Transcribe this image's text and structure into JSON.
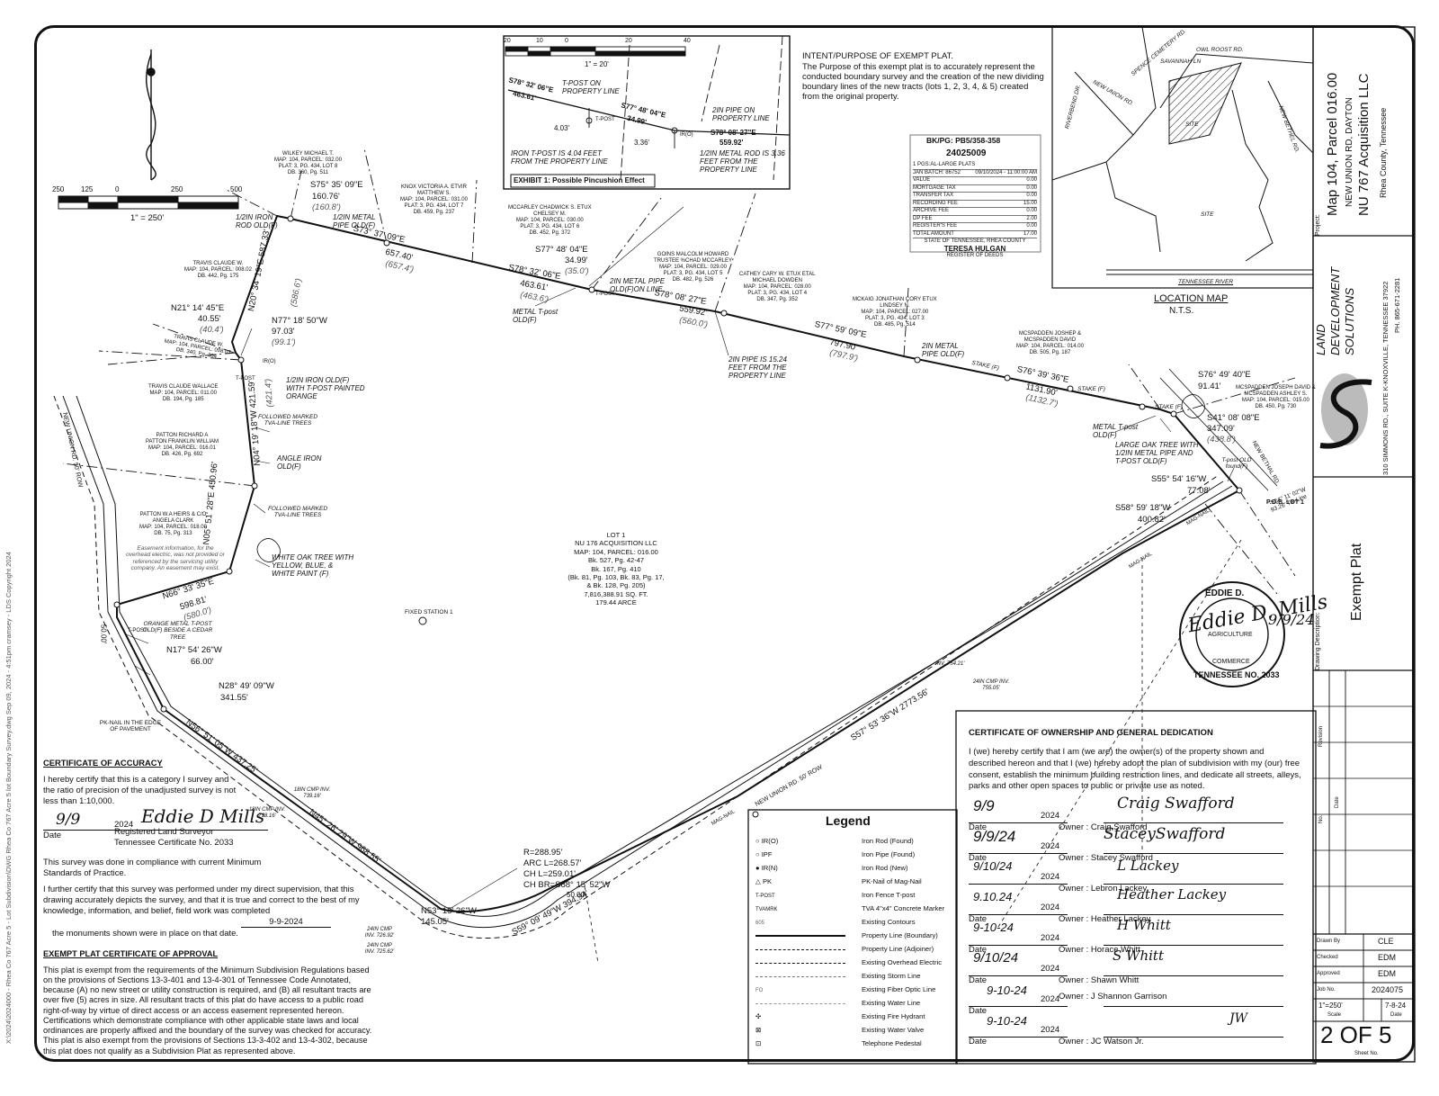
{
  "path_note": "X:\\2024\\2024000 - Rhea Co 767 Acre 5 - Lot Subdivision\\DWG Rhea Co 767 Acre 5 lot Boundary Survey.dwg  Sep 09, 2024 - 4:51pm cramsey - LDS Copyright 2024",
  "scale": {
    "ticks": [
      "250",
      "125",
      "0",
      "250",
      "500"
    ],
    "label": "1\" = 250'",
    "inset_ticks": [
      "20",
      "10",
      "0",
      "20",
      "40"
    ],
    "inset_label": "1\" = 20'"
  },
  "exhibit": {
    "title": "EXHIBIT 1: Possible Pincushion Effect",
    "notes": [
      "T-POST ON PROPERTY LINE",
      "S78° 32' 06\"E",
      "463.61'",
      "S77° 48' 04\"E",
      "34.99'",
      "2IN PIPE ON PROPERTY LINE",
      "S78° 08' 27\"E",
      "559.92'",
      "4.03'",
      "3.36'",
      "IRON T-POST IS 4.04 FEET FROM THE PROPERTY LINE",
      "1/2IN METAL ROD IS 3.36 FEET FROM THE PROPERTY LINE",
      "T-POST",
      "IR(O)"
    ]
  },
  "intent": {
    "title": "INTENT/PURPOSE OF EXEMPT PLAT.",
    "body": "The Purpose of this exempt plat is to accurately represent the conducted boundary survey and the creation of the new dividing boundary lines of the new tracts (lots 1, 2, 3, 4, & 5) created from the original property."
  },
  "recording": {
    "book": "BK/PG: PB5/358-358",
    "number": "24025009",
    "header": "1 PGS:AL-LARGE PLATS",
    "batch": "JAN BATCH: 86752",
    "batch_date": "09/10/2024 - 11:00:00 AM",
    "fees": [
      {
        "k": "VALUE",
        "v": "0.00"
      },
      {
        "k": "MORTGAGE TAX",
        "v": "0.00"
      },
      {
        "k": "TRANSFER TAX",
        "v": "0.00"
      },
      {
        "k": "RECORDING FEE",
        "v": "15.00"
      },
      {
        "k": "ARCHIVE FEE",
        "v": "0.00"
      },
      {
        "k": "DP FEE",
        "v": "2.00"
      },
      {
        "k": "REGISTER'S FEE",
        "v": "0.00"
      },
      {
        "k": "TOTAL AMOUNT",
        "v": "17.00"
      }
    ],
    "state": "STATE OF TENNESSEE, RHEA COUNTY",
    "register": "TERESA HULGAN",
    "register_title": "REGISTER OF DEEDS"
  },
  "location_map": {
    "title": "LOCATION MAP",
    "nts": "N.T.S.",
    "labels": [
      "SPENCE CEMETERY RD.",
      "OWL ROOST RD.",
      "SAVANNAH LN",
      "NEW UNION RD.",
      "RIVERBEND DR.",
      "NEW BETHEL RD.",
      "SITE",
      "SITE",
      "TENNESSEE RIVER"
    ]
  },
  "title_block": {
    "project_label": "Project:",
    "project_line1": "Map 104, Parcel 016.00",
    "project_line2": "NEW UNION RD, DAYTON",
    "project_line3": "NU 767 Acquisition LLC",
    "project_line4": "Rhea County, Tennessee",
    "company1": "LAND",
    "company2": "DEVELOPMENT",
    "company3": "SOLUTIONS",
    "address": "310 SIMMONS RD., SUITE K-KNOXVILLE, TENNESSEE 37922",
    "phone": "PH. 865-671-2281",
    "drawing_desc_label": "Drawing Description:",
    "drawing_desc": "Exempt Plat",
    "revision_label": "Revision",
    "date_label": "Date",
    "no_label": "No.",
    "drawn_by_label": "Drawn By",
    "drawn_by": "CLE",
    "checked_label": "Checked",
    "checked": "EDM",
    "approved_label": "Approved",
    "approved": "EDM",
    "job_label": "Job No.",
    "job": "2024075",
    "scale_val": "1\"=250'",
    "scale_label": "Scale",
    "date_val": "7-8-24",
    "date_label2": "Date",
    "sheet": "2 OF 5",
    "sheet_label": "Sheet No."
  },
  "adjoiners": [
    {
      "t": "WILKEY MICHAEL T.\nMAP: 104, PARCEL: 032.00\nPLAT: 3, PG. 434, LOT 8\nDB. 360, Pg. 511"
    },
    {
      "t": "KNOX VICTORIA A. ETVIR\nMATTHEW S.\nMAP: 104, PARCEL: 031.00\nPLAT: 3, PG. 434, LOT 7\nDB. 459, Pg. 237"
    },
    {
      "t": "MCCARLEY CHADWICK S. ETUX\nCHELSEY M.\nMAP: 104, PARCEL: 030.00\nPLAT: 3, PG. 434, LOT 6\nDB. 452, Pg. 372"
    },
    {
      "t": "GOINS MALCOLM HOWARD\nTRUSTEE %CHAD MCCARLEY\nMAP: 104, PARCEL: 029.00\nPLAT: 3, PG. 434, LOT 5\nDB. 482, Pg. 526"
    },
    {
      "t": "CATHEY CARY W. ETUX ETAL\nMICHAEL DOWDEN\nMAP: 104, PARCEL: 028.00\nPLAT: 3, PG. 434, LOT 4\nDB. 347, Pg. 352"
    },
    {
      "t": "MCKAIG JONATHAN CORY ETUX\nLINDSEY N.\nMAP: 104, PARCEL: 027.00\nPLAT: 3, PG. 434, LOT 3\nDB. 485, Pg. 514"
    },
    {
      "t": "MCSPADDEN JOSHEP &\nMCSPADDEN DAVID\nMAP: 104, PARCEL: 014.00\nDB. 505, Pg. 187"
    },
    {
      "t": "MCSPADDEN JOSEPH DAVID &\nMCSPADDEN ASHLEY S.\nMAP: 104, PARCEL: 015.00\nDB. 450, Pg. 730"
    },
    {
      "t": "TRAVIS CLAUDE W.\nMAP: 104, PARCEL: 008.02\nDB. 442, Pg. 175"
    },
    {
      "t": "TRAVIS CLAUDE W.\nMAP: 104, PARCEL: 008.03\nDB. 340, Pg. 304"
    },
    {
      "t": "TRAVIS CLAUDE WALLACE\nMAP: 104, PARCEL: 011.00\nDB. 194, Pg. 185"
    },
    {
      "t": "PATTON RICHARD A\nPATTON FRANKLIN WILLIAM\nMAP: 104, PARCEL: 016.01\nDB. 426, Pg. 692"
    },
    {
      "t": "PATTON W.A HEIRS & C/O\nANGELA CLARK\nMAP: 104, PARCEL: 018.00\nDB. 75, Pg. 313"
    }
  ],
  "bearings": [
    "S75° 35' 09\"E",
    "160.76'",
    "(160.8')",
    "S73° 37' 09\"E",
    "657.40'",
    "(657.4')",
    "S78° 32' 06\"E",
    "463.61'",
    "(463.6')",
    "S77° 48' 04\"E",
    "34.99'",
    "(35.0')",
    "S78° 08' 27\"E",
    "559.92'",
    "(560.0')",
    "S77° 59' 09\"E",
    "797.90'",
    "(797.9')",
    "S76° 39' 36\"E",
    "1131.90'",
    "(1132.7')",
    "S76° 49' 40\"E",
    "91.41'",
    "S41° 08' 08\"E",
    "347.09'",
    "(438.8')",
    "S55° 54' 16\"W",
    "77.08'",
    "S58° 59' 18\"W",
    "400.82'",
    "S57° 53' 36\"W 2773.56'",
    "S59° 09' 49\"W 394.94'",
    "N53° 15' 26\"W",
    "145.05'",
    "N45° 26' 29\"W 968.55'",
    "N56° 51' 05\"W 437.25'",
    "N28° 49' 09\"W",
    "341.55'",
    "N17° 54' 26\"W",
    "66.00'",
    "N66° 33' 35\"E",
    "598.81'",
    "(580.0')",
    "N05° 51' 28\"E 450.96'",
    "N04° 19' 18\"W 421.59'",
    "(421.4')",
    "N77° 18' 50\"W",
    "97.03'",
    "(99.1')",
    "N21° 14' 45\"E",
    "40.55'",
    "(40.4')",
    "N20° 34' 19\"E 587.33'",
    "(586.6')",
    "S64° 11' 02\"W",
    "93.26' Tie-Line"
  ],
  "curve": {
    "r": "R=288.95'",
    "arc": "ARC L=268.57'",
    "ch": "CH L=259.01'",
    "chbr": "CH BR=S88° 15' 52\"W"
  },
  "notes": [
    "1/2IN IRON ROD OLD(F)",
    "1/2IN METAL PIPE OLD(F)",
    "2IN METAL PIPE OLD(F)ON LINE",
    "METAL T-post OLD(F)",
    "2IN PIPE IS 15.24 FEET FROM THE PROPERTY LINE",
    "2IN METAL PIPE OLD(F)",
    "STAKE (F)",
    "STAKE (F)",
    "STAKE (F)",
    "METAL T-post OLD(F)",
    "LARGE OAK TREE WITH 1/2IN METAL PIPE AND T-POST OLD(F)",
    "T-post OLD found(F)",
    "P.O.B. LOT 1",
    "1/2IN IRON OLD(F) WITH T-POST PAINTED ORANGE",
    "FOLLOWED MARKED TVA-LINE TREES",
    "ANGLE IRON OLD(F)",
    "FOLLOWED MARKED TVA-LINE TREES",
    "WHITE OAK TREE WITH YELLOW, BLUE, & WHITE PAINT (F)",
    "Easement information, for the overhead electric, was not provided or referenced by the servicing utility company. An easement may exist.",
    "ORANGE METAL T-POST OLD(F) BESIDE A CEDAR TREE",
    "PK-NAIL IN THE EDGE OF PAVEMENT",
    "NEW UNION RD. 50' ROW",
    "NEW UNION RD. 50' ROW",
    "NEW BETHAL RD",
    "MAG-NAIL",
    "MAG-NAIL",
    "MAG-NAIL",
    "18IN CMP INV. 739.16'",
    "18IN CMP INV. 738.16'",
    "24IN CMP INV. 755.05'",
    "INV. 754.21'",
    "24IN CMP INV. 726.92'",
    "24IN CMP INV. 725.62'",
    "50.00'",
    "50.00'",
    "FIXED STATION 1",
    "T-POST",
    "IR(O)",
    "T-POST",
    "T-POST"
  ],
  "lot": {
    "l1": "LOT 1",
    "l2": "NU 176 ACQUISITION LLC",
    "l3": "MAP: 104, PARCEL: 016.00",
    "l4": "Bk. 527, Pg. 42-47",
    "l5": "Bk. 167, Pg. 410",
    "l6": "(Bk. 81, Pg. 103, Bk. 83, Pg. 17,",
    "l7": "& Bk. 128, Pg. 205)",
    "l8": "7,816,388.91 SQ. FT.",
    "l9": "179.44 ARCE"
  },
  "accuracy": {
    "title": "CERTIFICATE OF ACCURACY",
    "p1": "I hereby certify that this is a category I survey and the ratio of precision of the unadjusted survey is not less than 1:10,000.",
    "sig_date": "9/9",
    "year": "2024",
    "date_label": "Date",
    "surveyor": "Registered Land Surveyor",
    "cert_no": "Tennessee Certificate No. 2033",
    "p2": "This survey was done in compliance with current Minimum Standards of Practice.",
    "p3": "I further certify that this survey was performed under my direct supervision, that this drawing accurately depicts the survey, and that it is true and correct to the best of my knowledge, information, and belief, field work was completed",
    "field_date": "9-9-2024",
    "p4": "the monuments shown were in place on that date."
  },
  "approval": {
    "title": "EXEMPT PLAT CERTIFICATE OF APPROVAL",
    "body": "This plat is exempt from the requirements of the Minimum Subdivision Regulations based on the provisions of Sections 13-3-401 and 13-4-301 of Tennessee Code Annotated, because (A) no new street or utility construction is required, and (B) all resultant tracts are over five (5) acres in size. All resultant tracts of this plat do have access to a public road right-of-way by virtue of direct access or an access easement represented hereon. Certifications which demonstrate compliance with other applicable state laws and local ordinances are properly affixed and the boundary of the survey was checked for accuracy. This plat is also exempt from the provisions of Sections 13-3-402 and 13-4-302, because this plat does not qualify as a Subdivision Plat as represented above."
  },
  "legend": {
    "title": "Legend",
    "items": [
      {
        "sym": "○ IR(O)",
        "desc": "Iron Rod (Found)"
      },
      {
        "sym": "○ IPF",
        "desc": "Iron Pipe (Found)"
      },
      {
        "sym": "● IR(N)",
        "desc": "Iron Rod (New)"
      },
      {
        "sym": "△ PK",
        "desc": "PK-Nail of Mag-Nail"
      },
      {
        "sym": "T-POST",
        "desc": "Iron Fence T-post"
      },
      {
        "sym": "TVAMRK",
        "desc": "TVA 4\"x4\" Concrete Marker"
      },
      {
        "sym": "605",
        "desc": "Existing Contours"
      },
      {
        "sym": "",
        "desc": "Property Line (Boundary)"
      },
      {
        "sym": "",
        "desc": "Property Line (Adjoiner)"
      },
      {
        "sym": "",
        "desc": "Existing Overhead Electric"
      },
      {
        "sym": "",
        "desc": "Existing Storm Line"
      },
      {
        "sym": "FO",
        "desc": "Existing Fiber Optic Line"
      },
      {
        "sym": "",
        "desc": "Existing Water Line"
      },
      {
        "sym": "",
        "desc": "Existing Fire Hydrant"
      },
      {
        "sym": "",
        "desc": "Existing Water Valve"
      },
      {
        "sym": "",
        "desc": "Telephone Pedestal"
      }
    ]
  },
  "ownership": {
    "title": "CERTIFICATE OF OWNERSHIP AND GENERAL DEDICATION",
    "body": "I (we) hereby certify that I am (we are) the owner(s) of the property shown and described hereon and that I (we) hereby adopt the plan of subdivision with my (our) free consent, establish the minimum building restriction lines, and dedicate all streets, alleys, parks and other open spaces to public or private use as noted.",
    "year": "2024",
    "date_label": "Date",
    "owners": [
      {
        "date": "9/9",
        "name": "Owner : Craig Swafford",
        "sig": "Craig Swafford"
      },
      {
        "date": "9/9/24",
        "name": "Owner : Stacey Swafford",
        "sig": "StaceySwafford"
      },
      {
        "date": "9/10/24",
        "name": "Owner : Lebron Lackey",
        "sig": "L Lackey"
      },
      {
        "date": "9.10.24",
        "name": "Owner : Heather Lackey",
        "sig": "Heather Lackey"
      },
      {
        "date": "9-10-24",
        "name": "Owner : Horace Whitt",
        "sig": "H Whitt"
      },
      {
        "date": "9/10/24",
        "name": "Owner : Shawn Whitt",
        "sig": "S Whitt"
      },
      {
        "date": "9-10-24",
        "name": "Owner : J Shannon Garrison",
        "sig": ""
      },
      {
        "date": "9-10-24",
        "name": "Owner : JC Watson Jr.",
        "sig": "JW"
      }
    ]
  },
  "seal": {
    "top": "EDDIE D.",
    "mid": "AGRICULTURE",
    "mid2": "COMMERCE",
    "bot": "TENNESSEE NO. 2033",
    "sig": "Eddie D. Mills",
    "date": "9/9/24"
  },
  "surveyor_sig": "Eddie D Mills"
}
